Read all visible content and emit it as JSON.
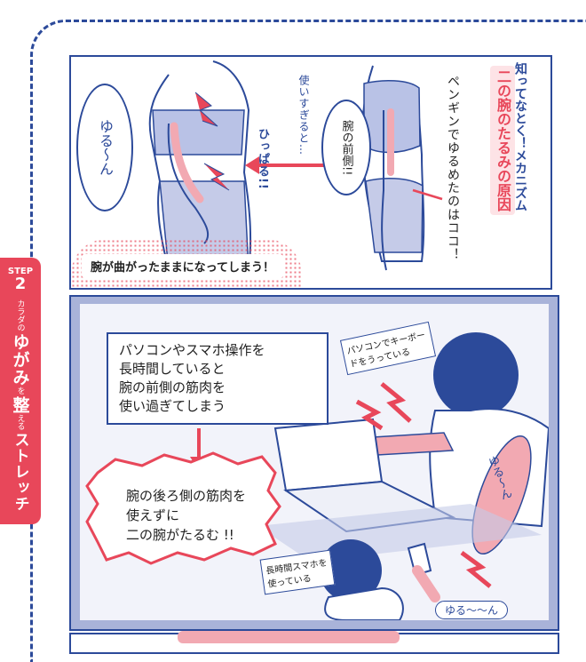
{
  "sidebar": {
    "step_label": "STEP",
    "step_number": "2",
    "small_label": "カラダの",
    "title_a": "ゆがみ",
    "title_connector": "を",
    "title_b": "整",
    "title_connector2": "える",
    "title_c": "ストレッチ"
  },
  "panel1": {
    "mechanism_heading": "知ってなとく！メカニズム",
    "mechanism_title": "二の腕のたるみの原因",
    "vertical_note": "ペンギンでゆるめたのはココ！",
    "speech_right": "腕の前側!!",
    "side_note": "使いすぎると…",
    "pull_note": "ひっぱる!!",
    "speech_left": "ゆる〜ん",
    "caption": "腕が曲がったままになってしまう！"
  },
  "panel2": {
    "explain_lines": [
      "パソコンやスマホ操作を",
      "長時間していると",
      "腕の前側の筋肉を",
      "使い過ぎてしまう"
    ],
    "result_lines": [
      "腕の後ろ側の筋肉を",
      "使えずに",
      "二の腕がたるむ !!"
    ],
    "note_pc": "パソコンでキーボードをうっている",
    "note_phone": "長時間スマホを使っている",
    "slack_top": "ゆる〜ん",
    "slack_bottom": "ゆる〜〜ん"
  },
  "colors": {
    "accent": "#e8475a",
    "ink": "#2c4a9a",
    "panel_bg": "#a9b3d9",
    "skin_highlight": "#f2a9b2"
  }
}
